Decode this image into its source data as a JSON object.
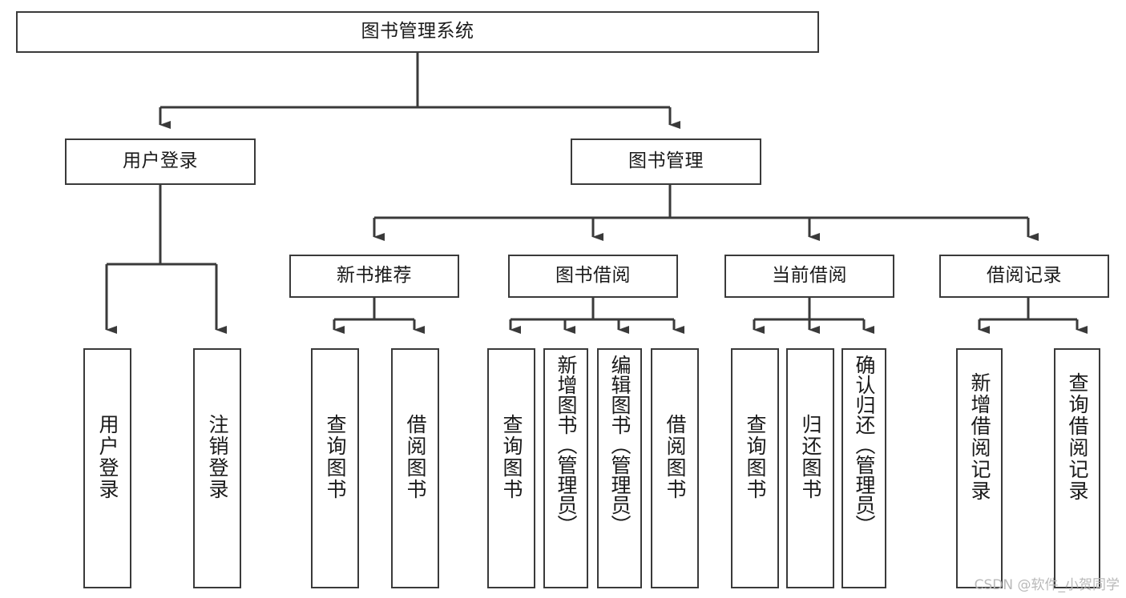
{
  "diagram": {
    "type": "tree",
    "title": "图书管理系统",
    "orientation": "top-down",
    "colors": {
      "background": "#ffffff",
      "node_fill": "#ffffff",
      "node_border": "#3a3a3a",
      "edge": "#3a3a3a",
      "text": "#1a1a1a",
      "watermark": "#b9b9b9"
    },
    "root": {
      "id": "root",
      "label": "图书管理系统"
    },
    "level2": [
      {
        "id": "user-login",
        "label": "用户登录"
      },
      {
        "id": "book-manage",
        "label": "图书管理"
      }
    ],
    "level3": [
      {
        "id": "new-book-rec",
        "label": "新书推荐",
        "parent": "book-manage"
      },
      {
        "id": "book-borrow",
        "label": "图书借阅",
        "parent": "book-manage"
      },
      {
        "id": "current-borrow",
        "label": "当前借阅",
        "parent": "book-manage"
      },
      {
        "id": "borrow-record",
        "label": "借阅记录",
        "parent": "book-manage"
      }
    ],
    "leaves": [
      {
        "id": "leaf-user-login",
        "label": "用户登录",
        "parent": "user-login"
      },
      {
        "id": "leaf-logout",
        "label": "注销登录",
        "parent": "user-login"
      },
      {
        "id": "leaf-query-book-1",
        "label": "查询图书",
        "parent": "new-book-rec"
      },
      {
        "id": "leaf-borrow-book-1",
        "label": "借阅图书",
        "parent": "new-book-rec"
      },
      {
        "id": "leaf-query-book-2",
        "label": "查询图书",
        "parent": "book-borrow"
      },
      {
        "id": "leaf-add-book",
        "label": "新增图书（管理员）",
        "parent": "book-borrow"
      },
      {
        "id": "leaf-edit-book",
        "label": "编辑图书（管理员）",
        "parent": "book-borrow"
      },
      {
        "id": "leaf-borrow-book-2",
        "label": "借阅图书",
        "parent": "book-borrow"
      },
      {
        "id": "leaf-query-book-3",
        "label": "查询图书",
        "parent": "current-borrow"
      },
      {
        "id": "leaf-return-book",
        "label": "归还图书",
        "parent": "current-borrow"
      },
      {
        "id": "leaf-confirm-return",
        "label": "确认归还（管理员）",
        "parent": "current-borrow"
      },
      {
        "id": "leaf-add-record",
        "label": "新增借阅记录",
        "parent": "borrow-record"
      },
      {
        "id": "leaf-query-record",
        "label": "查询借阅记录",
        "parent": "borrow-record"
      }
    ]
  },
  "watermark": {
    "text": "CSDN @软件_小贺同学"
  }
}
